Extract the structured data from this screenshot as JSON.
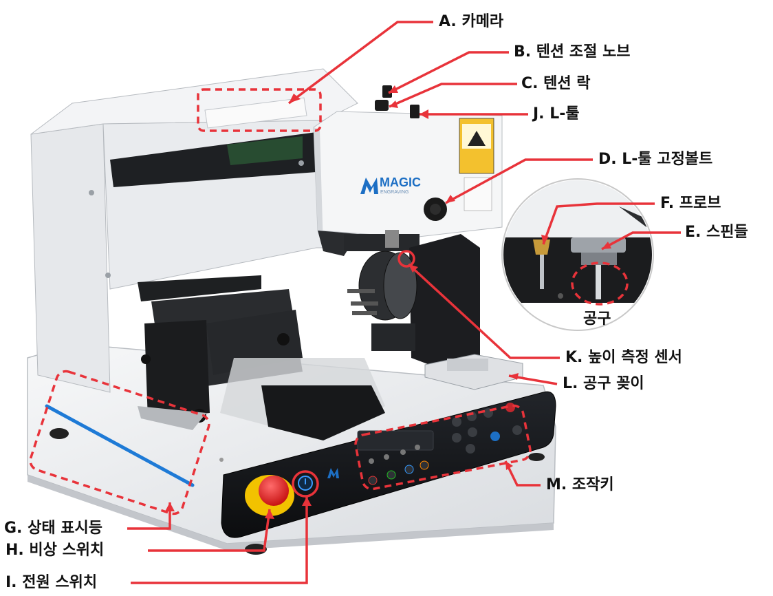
{
  "colors": {
    "callout": "#e8333a",
    "machine_body": "#eef0f2",
    "machine_shadow": "#c9ccd1",
    "dark_part": "#1f2124",
    "panel": "#141518",
    "status_led": "#1e7ad6",
    "estop": "#e11e1e",
    "estop_ring": "#f2c200",
    "brand": "#1d6fc4"
  },
  "brand": {
    "name": "MAGIC",
    "sub": "ENGRAVING"
  },
  "callouts": [
    {
      "id": "camera",
      "text": "A. 카메라"
    },
    {
      "id": "tension-knob",
      "text": "B. 텐션 조절 노브"
    },
    {
      "id": "tension-lock",
      "text": "C. 텐션 락"
    },
    {
      "id": "l-tool",
      "text": "J. L-툴"
    },
    {
      "id": "l-tool-bolt",
      "text": "D. L-툴 고정볼트"
    },
    {
      "id": "probe",
      "text": "F. 프로브"
    },
    {
      "id": "spindle",
      "text": "E. 스핀들"
    },
    {
      "id": "height-sensor",
      "text": "K. 높이 측정 센서"
    },
    {
      "id": "tool-holder",
      "text": "L. 공구 꽂이"
    },
    {
      "id": "control-keys",
      "text": "M. 조작키"
    },
    {
      "id": "status-light",
      "text": "G. 상태 표시등"
    },
    {
      "id": "emergency-switch",
      "text": "H. 비상 스위치"
    },
    {
      "id": "power-switch",
      "text": "I. 전원 스위치"
    }
  ],
  "inset": {
    "tool_label": "공구"
  }
}
